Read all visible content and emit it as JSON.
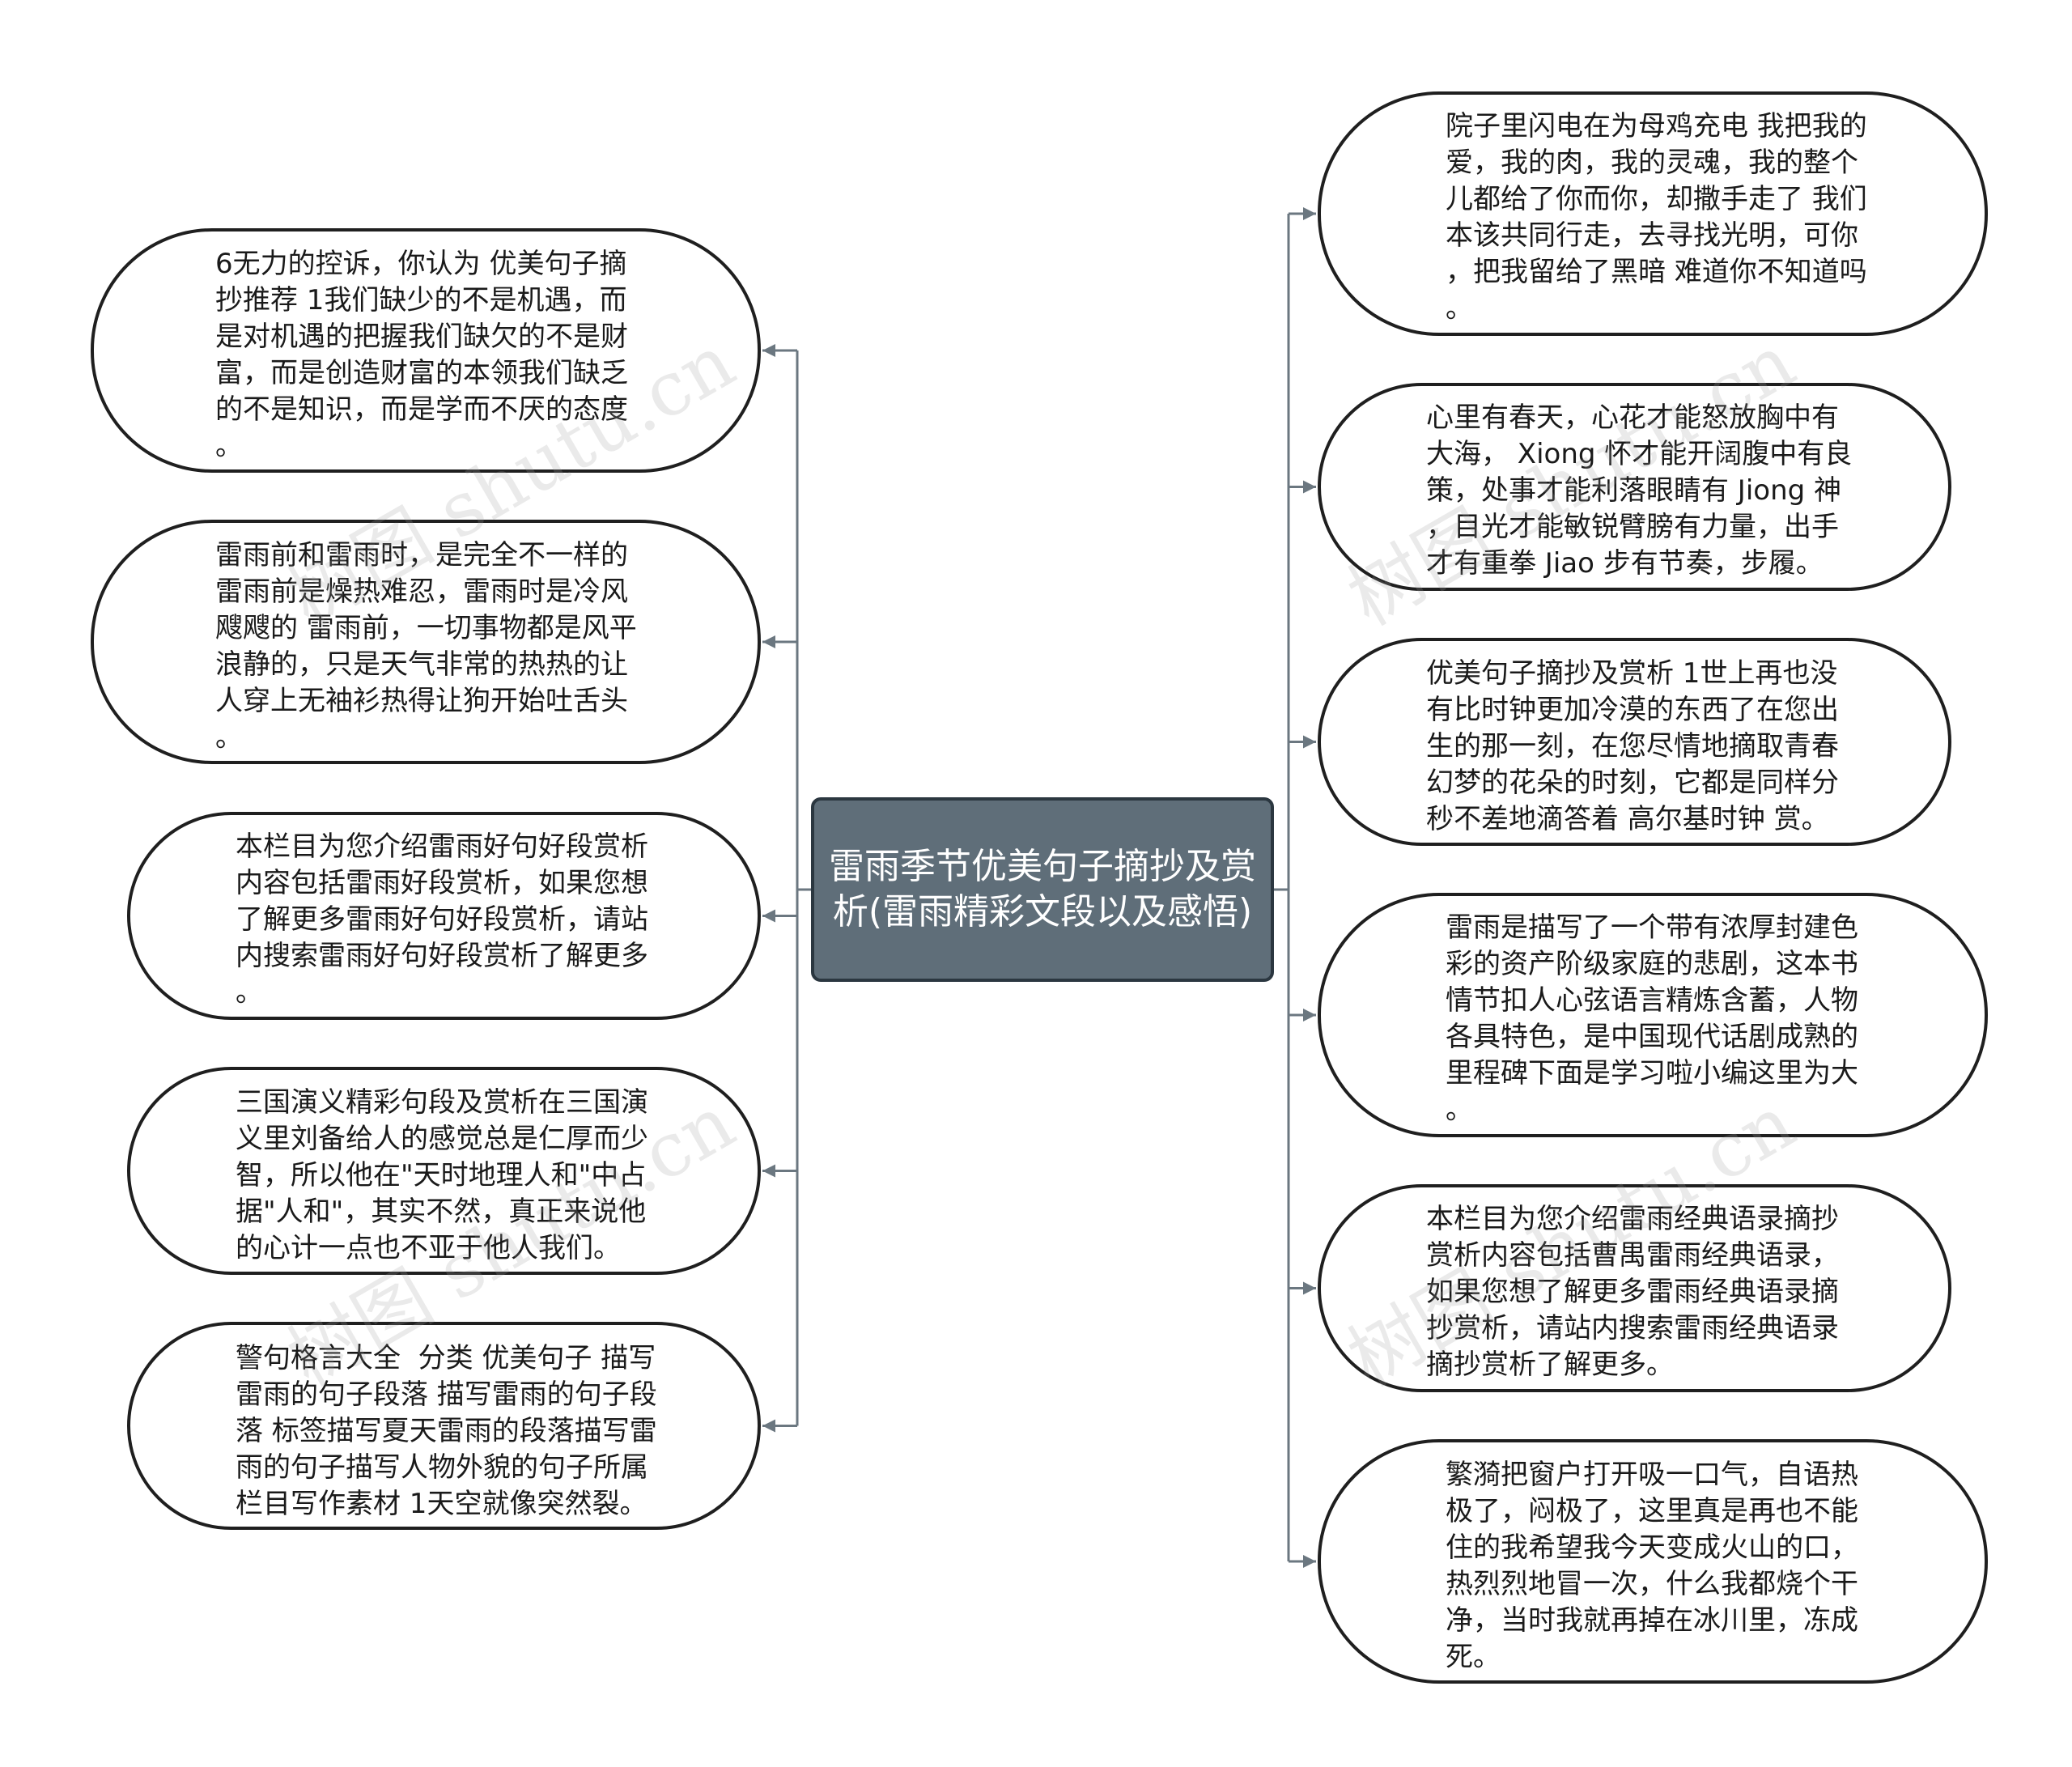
{
  "center": {
    "title": "雷雨季节优美句子摘抄及赏析(雷雨精彩文段以及感悟)"
  },
  "left_nodes": [
    {
      "text": "6无力的控诉，你认为 优美句子摘\n抄推荐 1我们缺少的不是机遇，而\n是对机遇的把握我们缺欠的不是财\n富，而是创造财富的本领我们缺乏\n的不是知识，而是学而不厌的态度\n。"
    },
    {
      "text": "雷雨前和雷雨时，是完全不一样的\n雷雨前是燥热难忍，雷雨时是冷风\n飕飕的 雷雨前，一切事物都是风平\n浪静的，只是天气非常的热热的让\n人穿上无袖衫热得让狗开始吐舌头\n。"
    },
    {
      "text": "本栏目为您介绍雷雨好句好段赏析\n内容包括雷雨好段赏析，如果您想\n了解更多雷雨好句好段赏析，请站\n内搜索雷雨好句好段赏析了解更多\n。"
    },
    {
      "text": "三国演义精彩句段及赏析在三国演\n义里刘备给人的感觉总是仁厚而少\n智，所以他在\"天时地理人和\"中占\n据\"人和\"，其实不然，真正来说他\n的心计一点也不亚于他人我们。"
    },
    {
      "text": "警句格言大全  分类 优美句子 描写\n雷雨的句子段落 描写雷雨的句子段\n落 标签描写夏天雷雨的段落描写雷\n雨的句子描写人物外貌的句子所属\n栏目写作素材 1天空就像突然裂。"
    }
  ],
  "right_nodes": [
    {
      "text": "院子里闪电在为母鸡充电 我把我的\n爱，我的肉，我的灵魂，我的整个\n儿都给了你而你，却撒手走了 我们\n本该共同行走，去寻找光明，可你\n，把我留给了黑暗 难道你不知道吗\n。"
    },
    {
      "text": "心里有春天，心花才能怒放胸中有\n大海， Xiong 怀才能开阔腹中有良\n策，处事才能利落眼睛有 Jiong 神\n，目光才能敏锐臂膀有力量，出手\n才有重拳 Jiao 步有节奏，步履。"
    },
    {
      "text": "优美句子摘抄及赏析 1世上再也没\n有比时钟更加冷漠的东西了在您出\n生的那一刻，在您尽情地摘取青春\n幻梦的花朵的时刻，它都是同样分\n秒不差地滴答着 高尔基时钟 赏。"
    },
    {
      "text": "雷雨是描写了一个带有浓厚封建色\n彩的资产阶级家庭的悲剧，这本书\n情节扣人心弦语言精炼含蓄，人物\n各具特色，是中国现代话剧成熟的\n里程碑下面是学习啦小编这里为大\n。"
    },
    {
      "text": "本栏目为您介绍雷雨经典语录摘抄\n赏析内容包括曹禺雷雨经典语录，\n如果您想了解更多雷雨经典语录摘\n抄赏析，请站内搜索雷雨经典语录\n摘抄赏析了解更多。"
    },
    {
      "text": "繁漪把窗户打开吸一口气，自语热\n极了，闷极了，这里真是再也不能\n住的我希望我今天变成火山的口，\n热烈烈地冒一次，什么我都烧个干\n净，当时我就再掉在冰川里，冻成\n死。"
    }
  ],
  "watermark": "树图 shutu.cn",
  "colors": {
    "center_fill": "#5f6e79",
    "center_border": "#2b3740",
    "connector": "#6b7780",
    "node_border": "#1f1f1f"
  }
}
